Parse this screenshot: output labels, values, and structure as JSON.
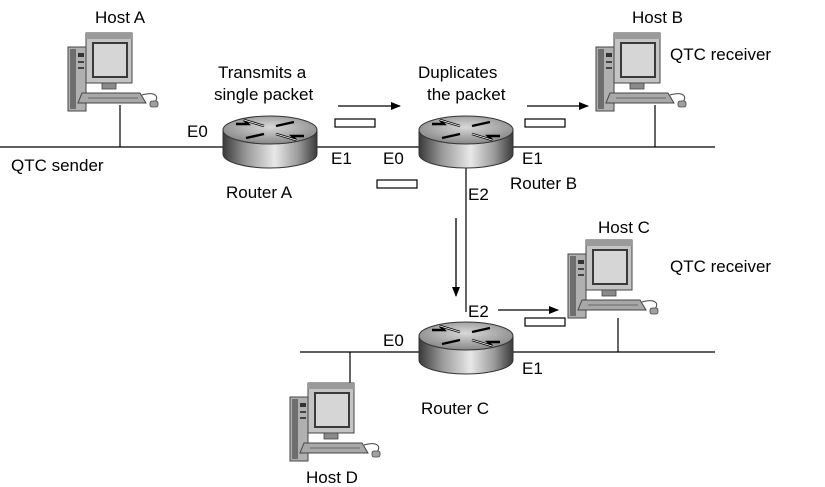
{
  "hosts": {
    "a": {
      "label": "Host A"
    },
    "b": {
      "label": "Host B",
      "role": "QTC receiver"
    },
    "c": {
      "label": "Host C",
      "role": "QTC receiver"
    },
    "d": {
      "label": "Host D"
    }
  },
  "sender_label": "QTC sender",
  "routers": {
    "a": {
      "label": "Router A",
      "ports": {
        "e0": "E0",
        "e1": "E1"
      }
    },
    "b": {
      "label": "Router B",
      "ports": {
        "e0": "E0",
        "e1": "E1",
        "e2": "E2"
      }
    },
    "c": {
      "label": "Router C",
      "ports": {
        "e0": "E0",
        "e1": "E1",
        "e2": "E2"
      }
    }
  },
  "annotations": {
    "transmit_line1": "Transmits a",
    "transmit_line2": "single packet",
    "duplicate_line1": "Duplicates",
    "duplicate_line2": "the packet"
  },
  "icons": [
    "workstation-icon",
    "router-icon",
    "packet-icon",
    "arrow-icon"
  ]
}
